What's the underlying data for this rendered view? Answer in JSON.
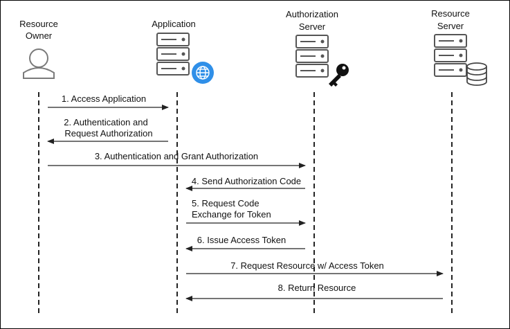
{
  "participants": [
    {
      "id": "owner",
      "lines": [
        "Resource",
        "Owner"
      ],
      "icon": "user-icon"
    },
    {
      "id": "app",
      "lines": [
        "",
        "Application"
      ],
      "icon": "server-globe-icon"
    },
    {
      "id": "auth",
      "lines": [
        "Authorization",
        "Server"
      ],
      "icon": "server-key-icon"
    },
    {
      "id": "resource",
      "lines": [
        "Resource",
        "Server"
      ],
      "icon": "server-database-icon"
    }
  ],
  "messages": [
    {
      "from": "owner",
      "to": "app",
      "lines": [
        "1. Access Application"
      ]
    },
    {
      "from": "app",
      "to": "owner",
      "lines": [
        "2. Authentication and",
        "Request Authorization"
      ]
    },
    {
      "from": "owner",
      "to": "auth",
      "lines": [
        "3. Authentication and Grant Authorization"
      ]
    },
    {
      "from": "auth",
      "to": "app",
      "lines": [
        "4. Send Authorization Code"
      ]
    },
    {
      "from": "app",
      "to": "auth",
      "lines": [
        "5. Request Code",
        "Exchange for Token"
      ]
    },
    {
      "from": "auth",
      "to": "app",
      "lines": [
        "6. Issue Access Token"
      ]
    },
    {
      "from": "app",
      "to": "resource",
      "lines": [
        "7. Request Resource w/ Access Token"
      ]
    },
    {
      "from": "resource",
      "to": "app",
      "lines": [
        "8. Return Resource"
      ]
    }
  ],
  "colors": {
    "line": "#222222",
    "icon_stroke": "#7a7a7a",
    "globe": "#2f8fe8"
  }
}
